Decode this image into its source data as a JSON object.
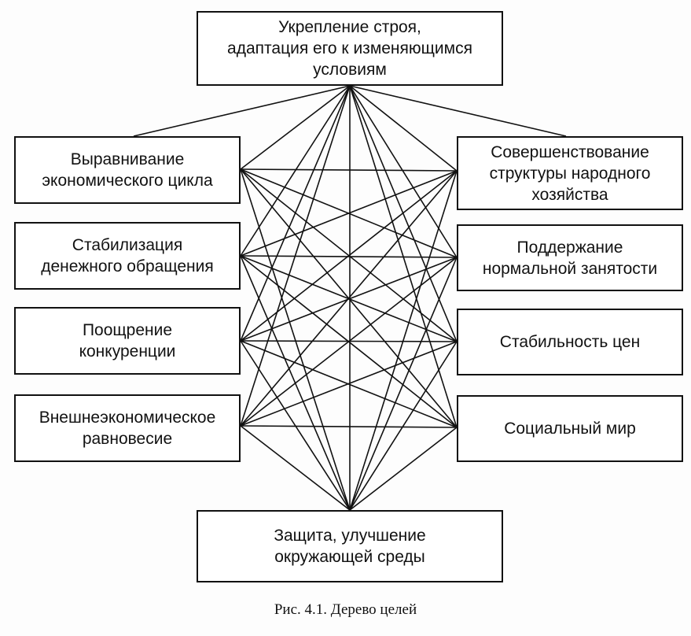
{
  "goals": {
    "top": "Укрепление строя,\nадаптация его к изменяющимся\nусловиям",
    "left": [
      "Выравнивание\nэкономического цикла",
      "Стабилизация\nденежного обращения",
      "Поощрение\nконкуренции",
      "Внешнеэкономическое\nравновесие"
    ],
    "right": [
      "Совершенствование\nструктуры народного\nхозяйства",
      "Поддержание\nнормальной занятости",
      "Стабильность цен",
      "Социальный мир"
    ],
    "bottom": "Защита, улучшение\nокружающей среды"
  },
  "caption": "Рис. 4.1. Дерево целей",
  "style": {
    "line_color": "#111111"
  }
}
